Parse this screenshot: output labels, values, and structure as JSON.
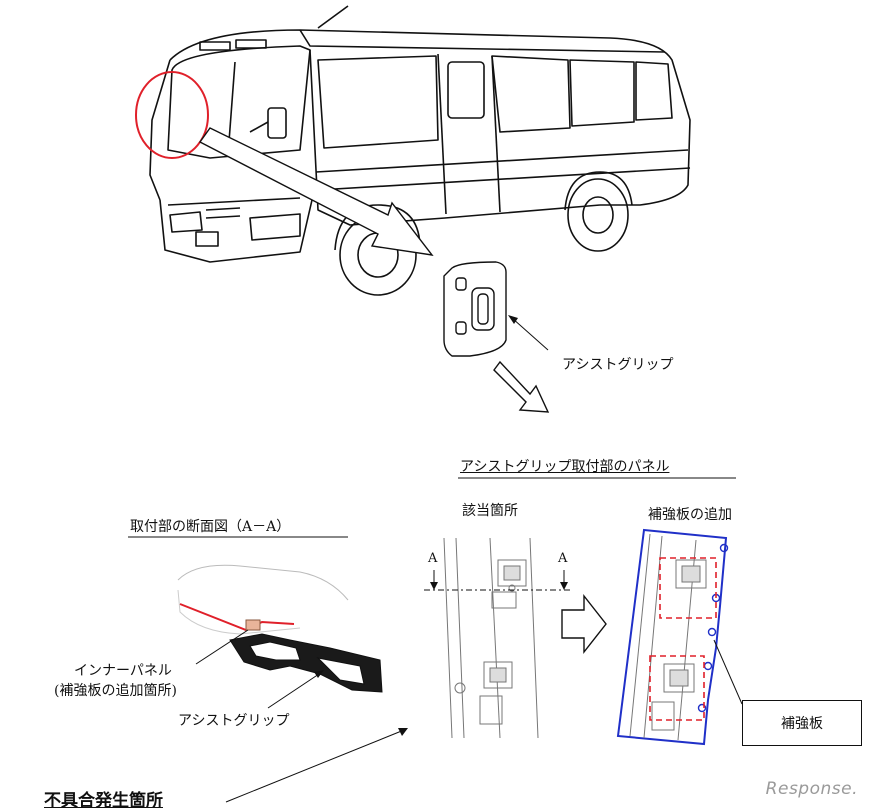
{
  "labels": {
    "assist_grip_top": "アシストグリップ",
    "panel_title": "アシストグリップ取付部のパネル",
    "applicable_location": "該当箇所",
    "reinforcement_added": "補強板の追加",
    "section_title": "取付部の断面図（A－A）",
    "inner_panel_line1": "インナーパネル",
    "inner_panel_line2": "(補強板の追加箇所)",
    "assist_grip_bottom": "アシストグリップ",
    "reinforcement_plate": "補強板",
    "section_mark_left": "A",
    "section_mark_right": "A",
    "defect_location": "不具合発生箇所",
    "brand": "Response."
  },
  "colors": {
    "highlight_red": "#e0202a",
    "outline_blue": "#2030c8",
    "line": "#111111"
  }
}
